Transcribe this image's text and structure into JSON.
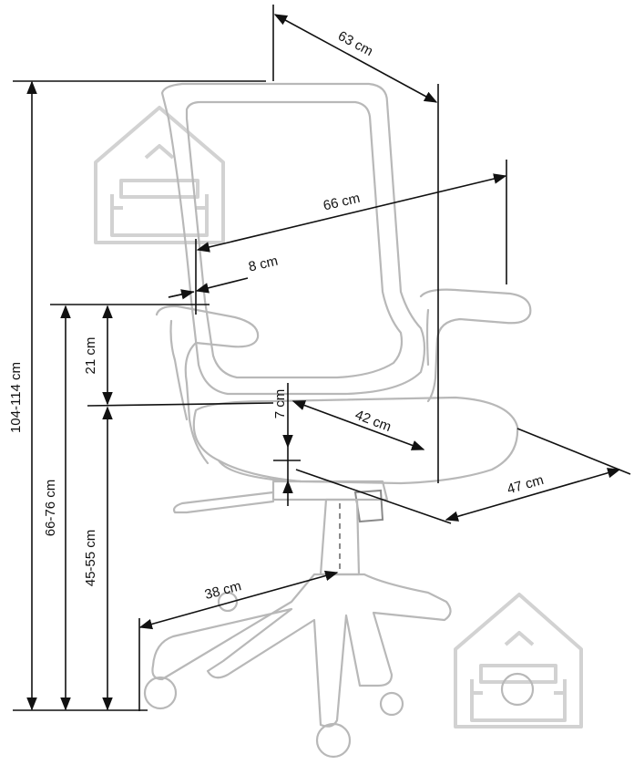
{
  "dimensions": {
    "depth_total": "63 cm",
    "width_total": "66 cm",
    "armrest_width": "8 cm",
    "height_total": "104-114 cm",
    "armrest_height": "66-76 cm",
    "armrest_to_seat": "21 cm",
    "seat_height": "45-55 cm",
    "seat_thickness": "7 cm",
    "seat_depth": "42 cm",
    "seat_width": "47 cm",
    "base_radius": "38 cm"
  },
  "colors": {
    "line_art": "#b8b8b8",
    "dimension_lines": "#111111",
    "watermark": "#d2d2d2"
  },
  "icons": [
    "house-sofa-watermark-icon"
  ]
}
